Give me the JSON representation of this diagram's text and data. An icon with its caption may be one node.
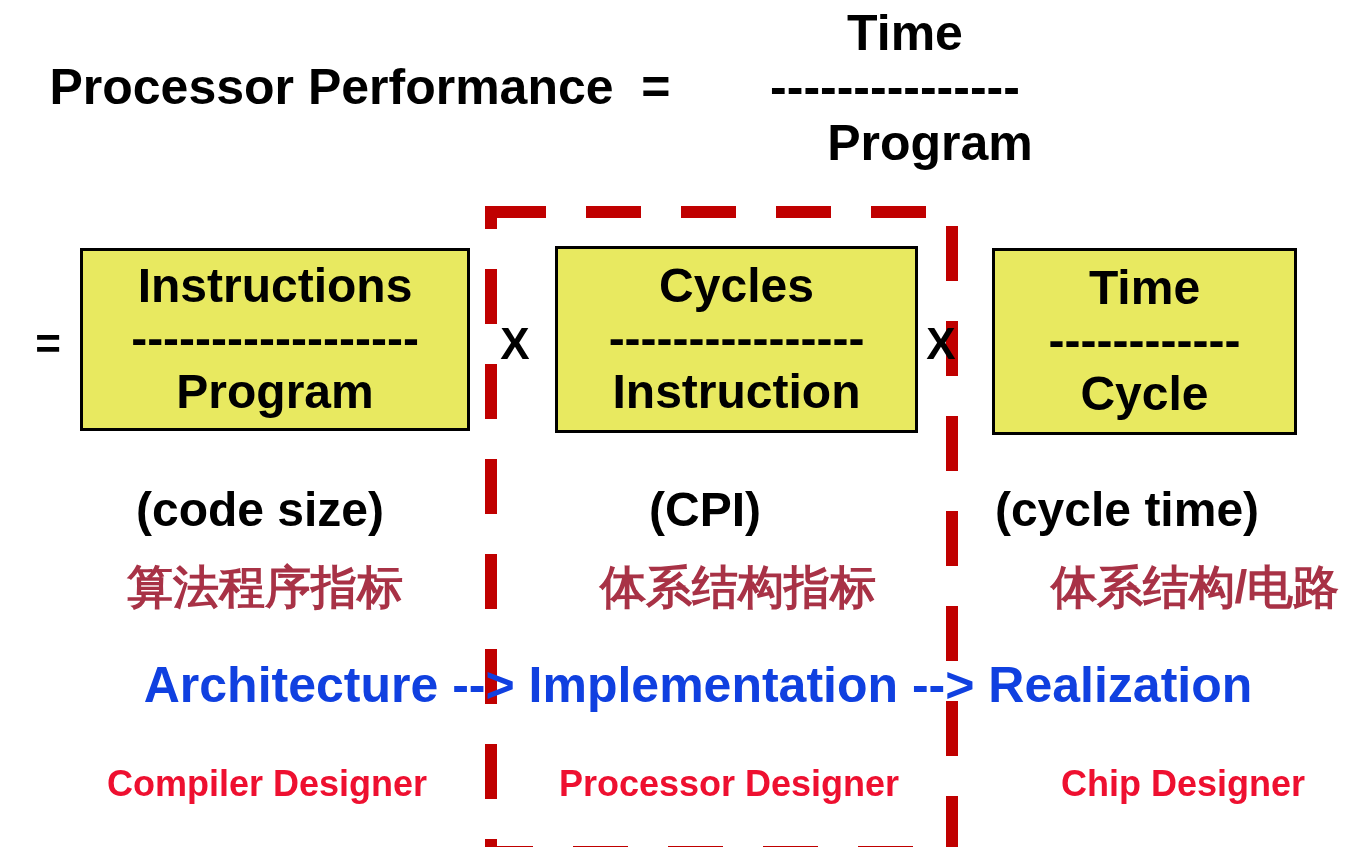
{
  "diagram": {
    "nodes": [
      {
        "text": [
          "Instructions",
          "------------------",
          "Program"
        ],
        "beside": [
          "(code size)"
        ]
      },
      {
        "text": [
          "Cycles",
          "----------------",
          "Instruction"
        ],
        "beside": [
          "(CPI)"
        ]
      },
      {
        "text": [
          "Time",
          "------------",
          "Cycle"
        ],
        "beside": [
          "(cycle time)"
        ]
      }
    ],
    "edges": [],
    "labels": [
      "Time",
      "Processor Performance  =",
      "---------------",
      "Program",
      "=",
      "X",
      "X",
      "算法程序指标",
      "体系结构指标",
      "体系结构/电路",
      "Architecture --> Implementation --> Realization",
      "Compiler Designer",
      "Processor Designer",
      "Chip Designer"
    ]
  }
}
